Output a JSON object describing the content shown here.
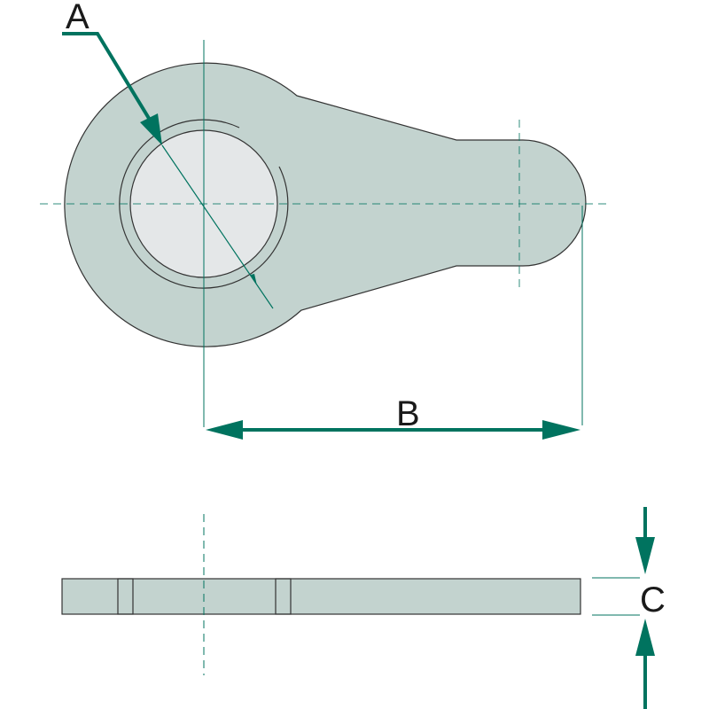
{
  "labels": {
    "a": "A",
    "b": "B",
    "c": "C"
  },
  "colors": {
    "part": "#c3d3cf",
    "hole": "#e4e7e8",
    "accent": "#00735f",
    "outline": "#333333"
  }
}
